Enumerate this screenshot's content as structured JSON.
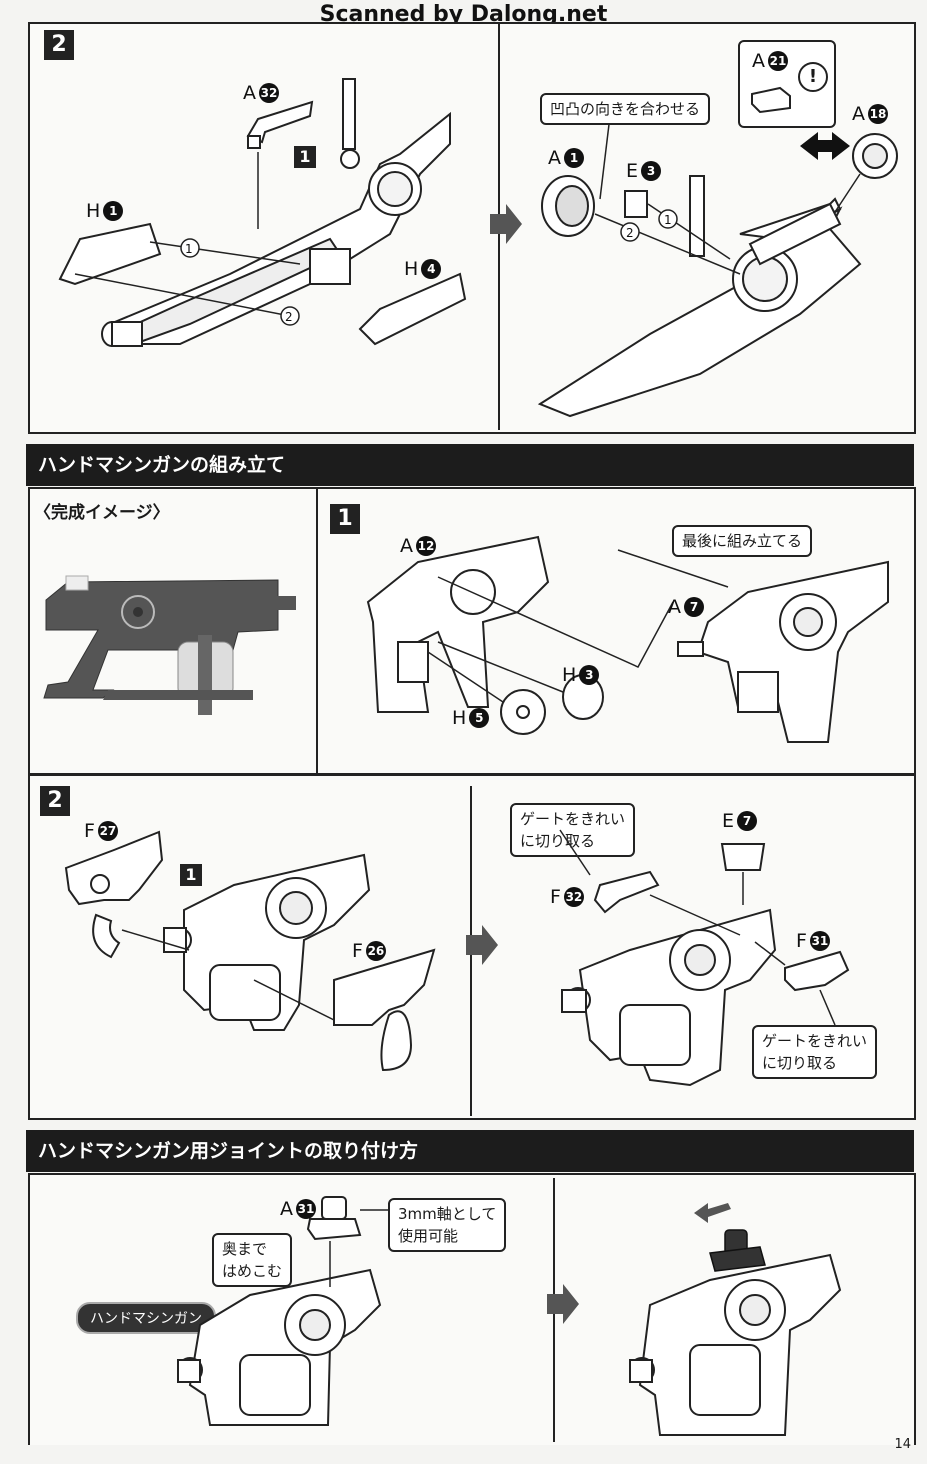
{
  "watermark": "Scanned by Dalong.net",
  "page_number": "14",
  "colors": {
    "ink": "#1a1a1a",
    "bar": "#1c1c1c",
    "paper": "#fafaf8",
    "gray_part": "#5a5a5a"
  },
  "step2_top": {
    "step": "2",
    "left": {
      "sub_step": "1",
      "labels": {
        "a": "A",
        "a_num": "32",
        "h1": "H",
        "h1_num": "1",
        "h4": "H",
        "h4_num": "4"
      },
      "order1": "1",
      "order2": "2"
    },
    "right": {
      "note_align": "凹凸の向きを合わせる",
      "labels": {
        "a21": "A",
        "a21_num": "21",
        "a18": "A",
        "a18_num": "18",
        "a1": "A",
        "a1_num": "1",
        "e3": "E",
        "e3_num": "3"
      },
      "warn": "!",
      "order1": "1",
      "order2": "2"
    }
  },
  "section1": {
    "title": "ハンドマシンガンの組み立て",
    "completed_caption": "〈完成イメージ〉",
    "step1": {
      "step": "1",
      "note_last": "最後に組み立てる",
      "labels": {
        "a12": "A",
        "a12_num": "12",
        "a7": "A",
        "a7_num": "7",
        "h3": "H",
        "h3_num": "3",
        "h5": "H",
        "h5_num": "5"
      }
    },
    "step2": {
      "step": "2",
      "sub_step": "1",
      "labels": {
        "f27": "F",
        "f27_num": "27",
        "f26": "F",
        "f26_num": "26",
        "e7": "E",
        "e7_num": "7",
        "f32": "F",
        "f32_num": "32",
        "f31": "F",
        "f31_num": "31"
      },
      "note_gate1": "ゲートをきれい\nに切り取る",
      "note_gate2": "ゲートをきれい\nに切り取る"
    }
  },
  "section2": {
    "title": "ハンドマシンガン用ジョイントの取り付け方",
    "labels": {
      "a31": "A",
      "a31_num": "31"
    },
    "note_3mm": "3mm軸として\n使用可能",
    "note_push": "奥まで\nはめこむ",
    "pill": "ハンドマシンガン"
  }
}
